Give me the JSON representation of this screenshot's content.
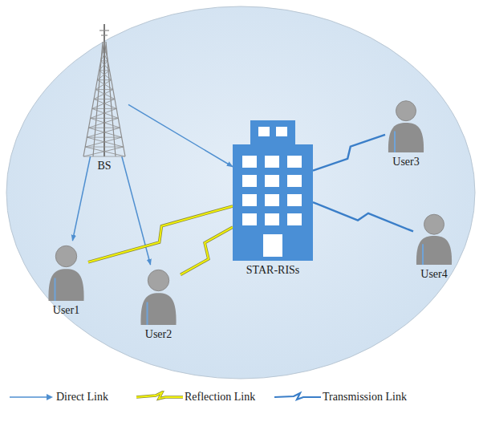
{
  "diagram": {
    "nodes": [
      {
        "text": [
          "BS"
        ]
      },
      {
        "text": [
          "User1"
        ]
      },
      {
        "text": [
          "User2"
        ]
      },
      {
        "text": [
          "STAR-RISs"
        ]
      },
      {
        "text": [
          "User3"
        ]
      },
      {
        "text": [
          "User4"
        ]
      }
    ],
    "edges": [
      {
        "from": 0,
        "to": 1,
        "arrow": "to"
      },
      {
        "from": 0,
        "to": 2,
        "arrow": "to"
      },
      {
        "from": 0,
        "to": 3,
        "arrow": "to"
      },
      {
        "from": 3,
        "to": 1,
        "arrow": "none"
      },
      {
        "from": 3,
        "to": 2,
        "arrow": "none"
      },
      {
        "from": 3,
        "to": 4,
        "arrow": "none"
      },
      {
        "from": 3,
        "to": 5,
        "arrow": "none"
      }
    ],
    "legend": [
      {
        "text": "Direct Link"
      },
      {
        "text": "Reflection Link"
      },
      {
        "text": "Transmission Link"
      }
    ]
  }
}
